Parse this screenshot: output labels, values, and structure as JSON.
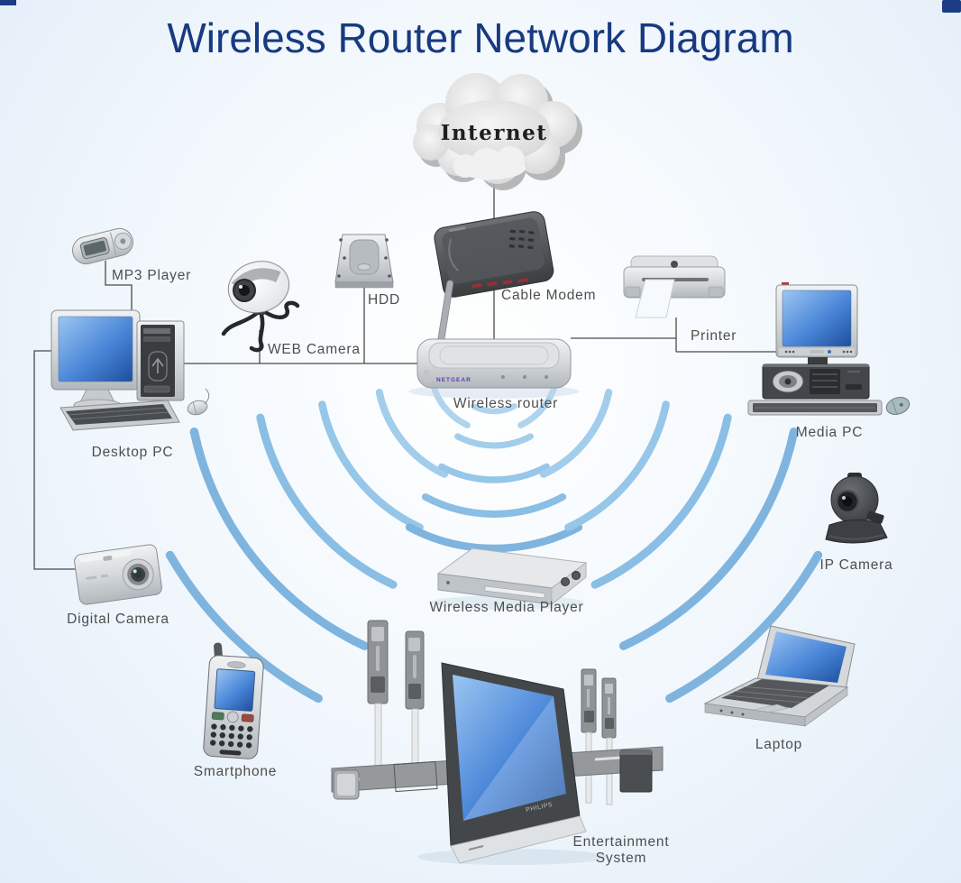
{
  "title": "Wireless Router Network Diagram",
  "nodes": {
    "internet": {
      "label": "Internet"
    },
    "cable_modem": {
      "label": "Cable Modem"
    },
    "wireless_router": {
      "label": "Wireless router",
      "brand": "NETGEAR"
    },
    "mp3_player": {
      "label": "MP3 Player"
    },
    "web_camera": {
      "label": "WEB Camera"
    },
    "hdd": {
      "label": "HDD"
    },
    "printer": {
      "label": "Printer"
    },
    "media_pc": {
      "label": "Media PC"
    },
    "desktop_pc": {
      "label": "Desktop PC"
    },
    "digital_camera": {
      "label": "Digital Camera"
    },
    "ip_camera": {
      "label": "IP Camera"
    },
    "wireless_media_player": {
      "label": "Wireless Media Player"
    },
    "smartphone": {
      "label": "Smartphone"
    },
    "entertainment_system": {
      "label_line1": "Entertainment",
      "label_line2": "System",
      "brand": "PHILIPS"
    },
    "laptop": {
      "label": "Laptop"
    }
  },
  "wired_connections": [
    {
      "from": "Internet",
      "to": "Cable Modem"
    },
    {
      "from": "Cable Modem",
      "to": "Wireless router"
    },
    {
      "from": "MP3 Player",
      "to": "Desktop PC"
    },
    {
      "from": "Desktop PC",
      "to": "Wireless router"
    },
    {
      "from": "WEB Camera",
      "to": "Wireless router"
    },
    {
      "from": "HDD",
      "to": "Wireless router"
    },
    {
      "from": "Desktop PC",
      "to": "Digital Camera"
    },
    {
      "from": "Wireless router",
      "to": "Printer"
    },
    {
      "from": "Wireless router",
      "to": "Media PC"
    }
  ],
  "wireless_hub": "Wireless router",
  "colors": {
    "title": "#183a80",
    "label": "#4e4e4e",
    "wifi_arc_light": "#a9d2ee",
    "wifi_arc_dark": "#7fb4df",
    "screen_blue": "#2f66bd",
    "connector": "#4a4a4a"
  }
}
